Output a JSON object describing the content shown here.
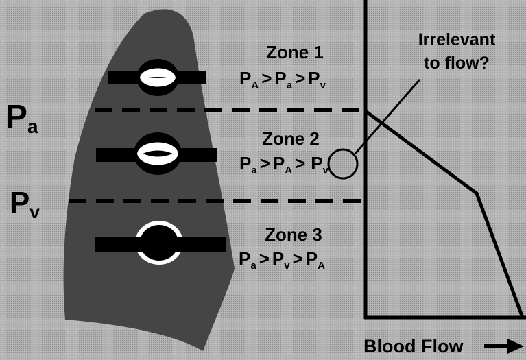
{
  "pressures": {
    "arterial": {
      "base": "P",
      "sub": "a"
    },
    "venous": {
      "base": "P",
      "sub": "v"
    }
  },
  "zones": [
    {
      "title": "Zone 1",
      "terms": [
        {
          "base": "P",
          "sub": "A"
        },
        {
          "base": "P",
          "sub": "a"
        },
        {
          "base": "P",
          "sub": "v"
        }
      ],
      "operator": ">"
    },
    {
      "title": "Zone 2",
      "terms": [
        {
          "base": "P",
          "sub": "a"
        },
        {
          "base": "P",
          "sub": "A"
        },
        {
          "base": "P",
          "sub": "v"
        }
      ],
      "operator": ">"
    },
    {
      "title": "Zone 3",
      "terms": [
        {
          "base": "P",
          "sub": "a"
        },
        {
          "base": "P",
          "sub": "v"
        },
        {
          "base": "P",
          "sub": "A"
        }
      ],
      "operator": ">"
    }
  ],
  "annotation": {
    "line1": "Irrelevant",
    "line2": "to flow?"
  },
  "axis": {
    "xlabel": "Blood Flow"
  },
  "colors": {
    "lung": "#454545",
    "ink": "#000000",
    "vessel_opening": "#ffffff",
    "background": "#b4b4b4"
  }
}
